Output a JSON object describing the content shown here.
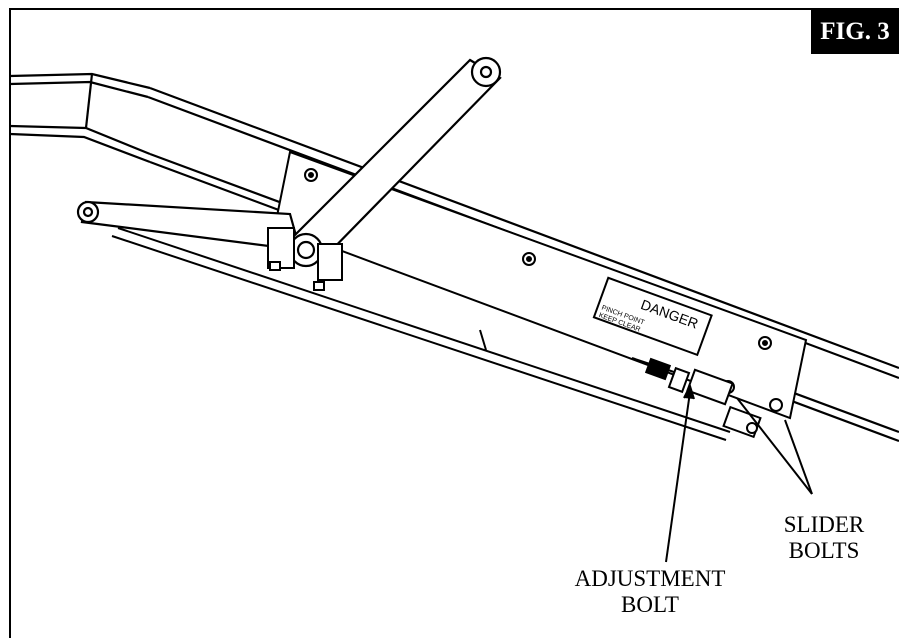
{
  "figure": {
    "label": "FIG. 3"
  },
  "danger_sign": {
    "title": "DANGER",
    "line1": "PINCH POINT",
    "line2": "KEEP CLEAR"
  },
  "callouts": {
    "adjustment_bolt": {
      "line1": "ADJUSTMENT",
      "line2": "BOLT"
    },
    "slider_bolts": {
      "line1": "SLIDER",
      "line2": "BOLTS"
    }
  }
}
